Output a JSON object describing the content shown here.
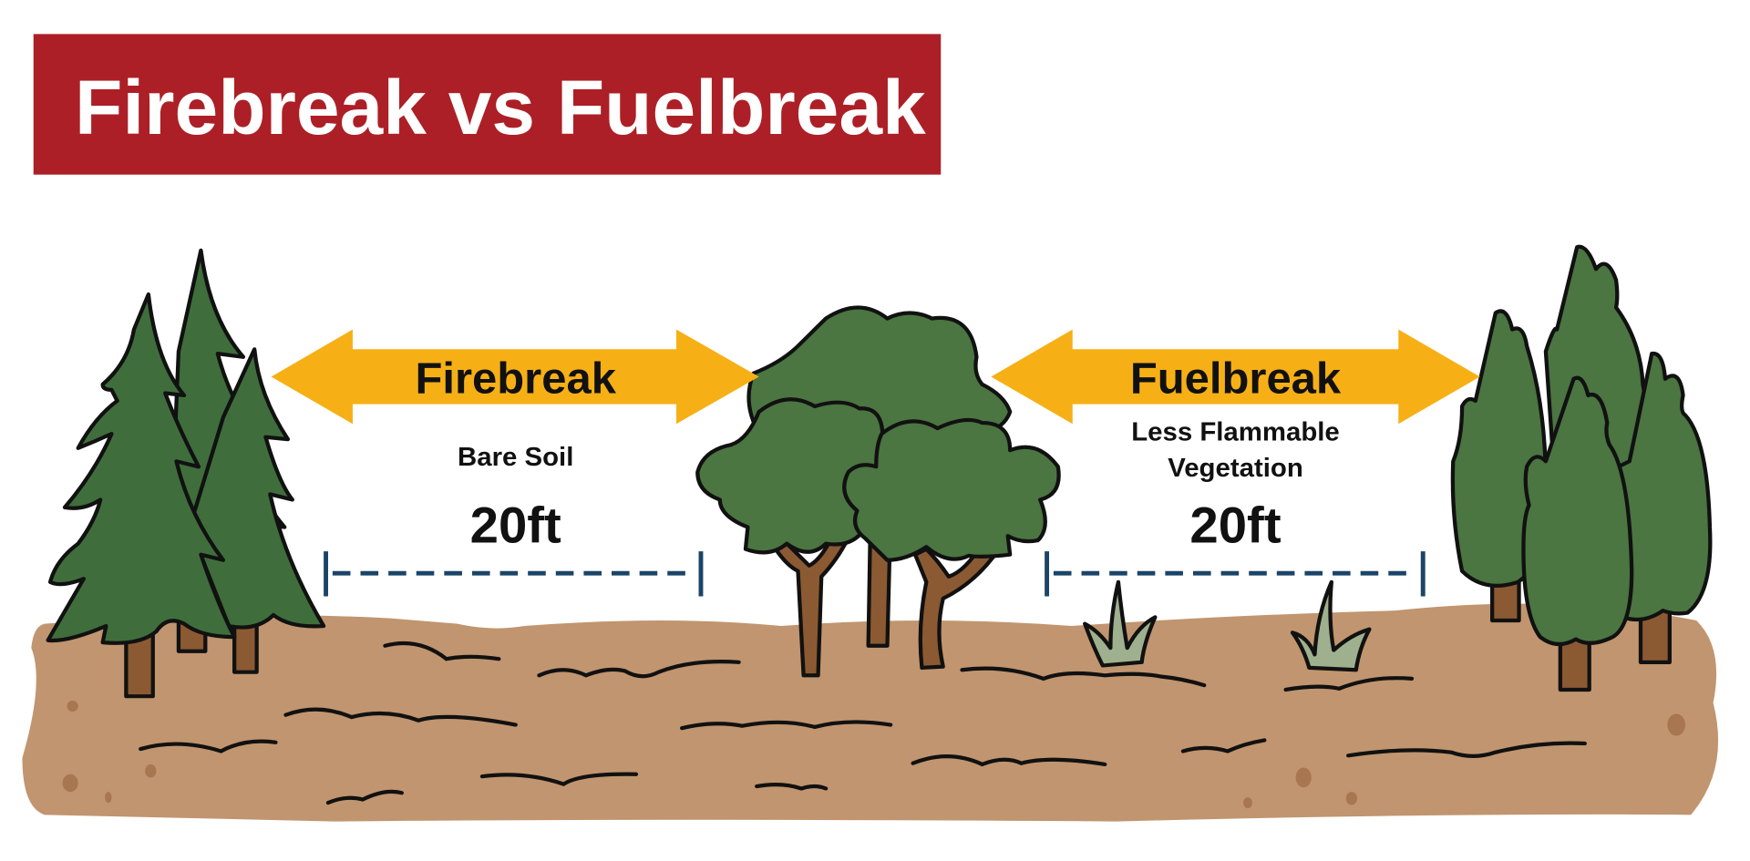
{
  "title": "Firebreak vs Fuelbreak",
  "colors": {
    "title_bg": "#ad1f26",
    "arrow": "#f6b016",
    "ground": "#c1956f",
    "tree_green": "#4b7541",
    "pine_green": "#3f6e3c",
    "trunk": "#8b5a32",
    "dimension_line": "#1b4467",
    "grass": "#9fb08e"
  },
  "firebreak": {
    "label": "Firebreak",
    "description": "Bare Soil",
    "width": "20ft"
  },
  "fuelbreak": {
    "label": "Fuelbreak",
    "description_line1": "Less Flammable",
    "description_line2": "Vegetation",
    "width": "20ft"
  }
}
